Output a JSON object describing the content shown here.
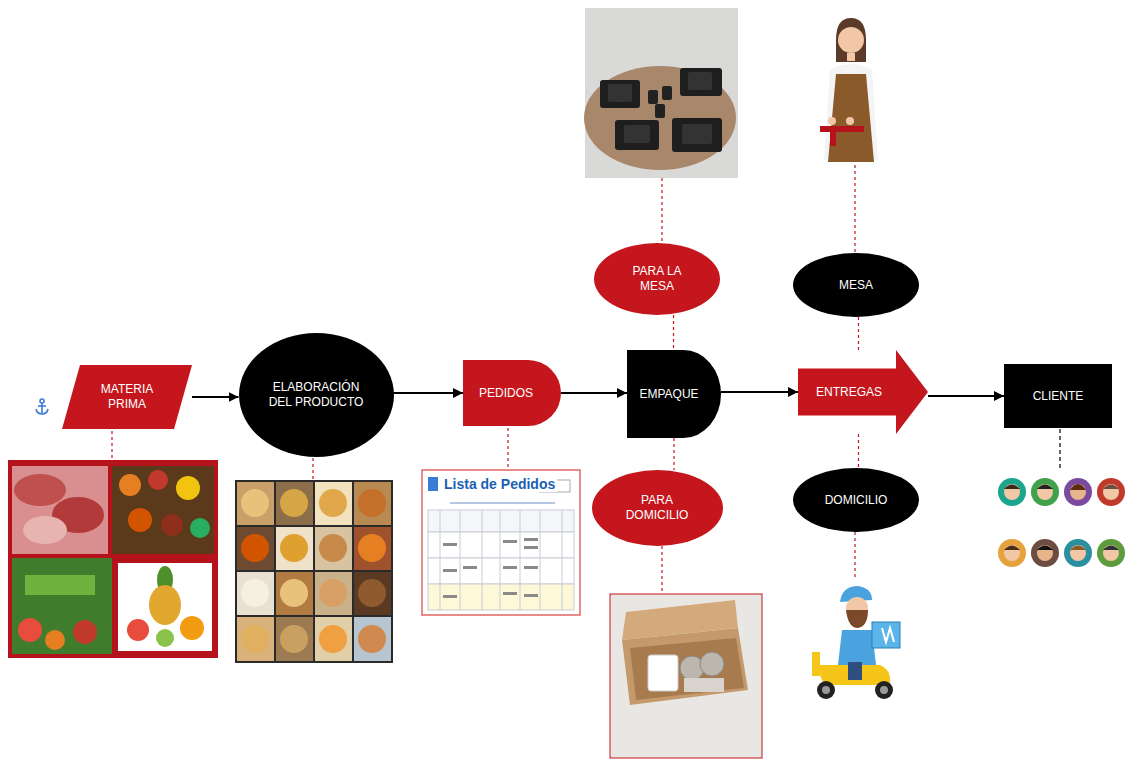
{
  "diagram": {
    "nodes": [
      {
        "text": [
          "MATERIA PRIMA"
        ]
      },
      {
        "text": [
          "ELABORACIÓN DEL PRODUCTO"
        ]
      },
      {
        "text": [
          "PEDIDOS"
        ]
      },
      {
        "text": [
          "EMPAQUE"
        ]
      },
      {
        "text": [
          "PARA LA MESA"
        ]
      },
      {
        "text": [
          "PARA DOMICILIO"
        ]
      },
      {
        "text": [
          "ENTREGAS"
        ]
      },
      {
        "text": [
          "MESA"
        ]
      },
      {
        "text": [
          "DOMICILIO"
        ]
      },
      {
        "text": [
          "CLIENTE"
        ]
      }
    ],
    "edges": [
      {
        "from": 0,
        "to": 1,
        "arrow": "to"
      },
      {
        "from": 1,
        "to": 2,
        "arrow": "to"
      },
      {
        "from": 2,
        "to": 3,
        "arrow": "to"
      },
      {
        "from": 3,
        "to": 6,
        "arrow": "to"
      },
      {
        "from": 6,
        "to": 9,
        "arrow": "to"
      },
      {
        "from": 4,
        "to": 3,
        "arrow": "none"
      },
      {
        "from": 3,
        "to": 5,
        "arrow": "none"
      },
      {
        "from": 7,
        "to": 6,
        "arrow": "none"
      },
      {
        "from": 6,
        "to": 8,
        "arrow": "none"
      }
    ],
    "labels": [
      "Lista de Pedidos"
    ]
  }
}
